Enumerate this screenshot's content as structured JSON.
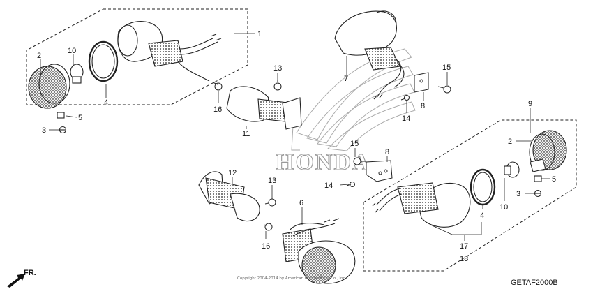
{
  "watermark": {
    "brand": "HONDA"
  },
  "diagram_code": "GETAF2000B",
  "copyright": "Copyright 2004-2014 by American Honda Motor Co., Inc.",
  "direction_label": "FR.",
  "part_labels": {
    "l1": "1",
    "l2a": "2",
    "l10a": "10",
    "l4a": "4",
    "l5a": "5",
    "l3a": "3",
    "l13a": "13",
    "l16a": "16",
    "l11": "11",
    "l7": "7",
    "l15a": "15",
    "l8a": "8",
    "l14a": "14",
    "l9": "9",
    "l2b": "2",
    "l5b": "5",
    "l3b": "3",
    "l10b": "10",
    "l4b": "4",
    "l17": "17",
    "l18": "18",
    "l15b": "15",
    "l8b": "8",
    "l14b": "14",
    "l12": "12",
    "l13b": "13",
    "l6": "6",
    "l16b": "16"
  }
}
